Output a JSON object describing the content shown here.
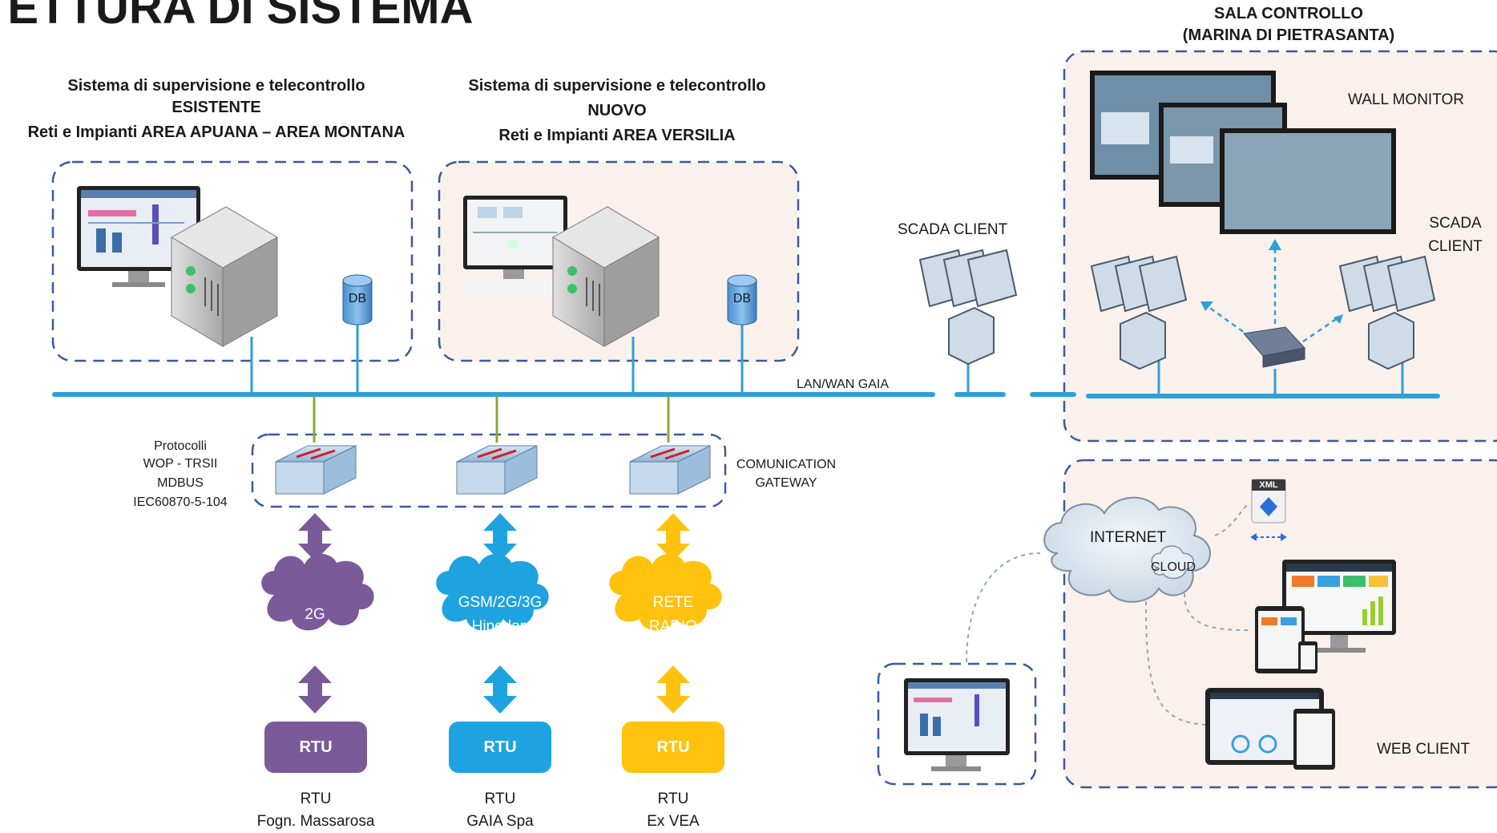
{
  "page_title": "TETTURA DI SISTEMA",
  "control_room": {
    "title": "SALA CONTROLLO",
    "subtitle": "(MARINA DI PIETRASANTA)"
  },
  "existing_system": {
    "line1": "Sistema di supervisione e telecontrollo",
    "line2": "ESISTENTE",
    "line3": "Reti e Impianti AREA APUANA – AREA MONTANA"
  },
  "new_system": {
    "line1": "Sistema di supervisione e telecontrollo",
    "line2": "NUOVO",
    "line3": "Reti e Impianti AREA VERSILIA"
  },
  "db_label": "DB",
  "lan_label": "LAN/WAN GAIA",
  "scada_client_label": "SCADA CLIENT",
  "scada_client_right": {
    "line1": "SCADA",
    "line2": "CLIENT"
  },
  "wall_monitor_label": "WALL MONITOR",
  "protocols": [
    "Protocolli",
    "WOP - TRSII",
    "MDBUS",
    "IEC60870-5-104"
  ],
  "gateway": {
    "line1": "COMUNICATION",
    "line2": "GATEWAY"
  },
  "networks": [
    {
      "line1": "2G",
      "line2": "",
      "rtu": "RTU",
      "cap1": "RTU",
      "cap2": "Fogn. Massarosa",
      "color": "#7b5a9a"
    },
    {
      "line1": "GSM/2G/3G",
      "line2": "Hiperlan",
      "rtu": "RTU",
      "cap1": "RTU",
      "cap2": "GAIA Spa",
      "color": "#1ea3e0"
    },
    {
      "line1": "RETE",
      "line2": "RADIO",
      "rtu": "RTU",
      "cap1": "RTU",
      "cap2": "Ex VEA",
      "color": "#ffc20e"
    }
  ],
  "internet": {
    "label": "INTERNET",
    "cloud": "CLOUD"
  },
  "xml_label": "XML",
  "web_client_label": "WEB CLIENT",
  "colors": {
    "lan": "#2ea0d8",
    "dash_border": "#3a5a9a",
    "pink_bg": "#fbf1ec",
    "uplink": "#8aa838"
  }
}
